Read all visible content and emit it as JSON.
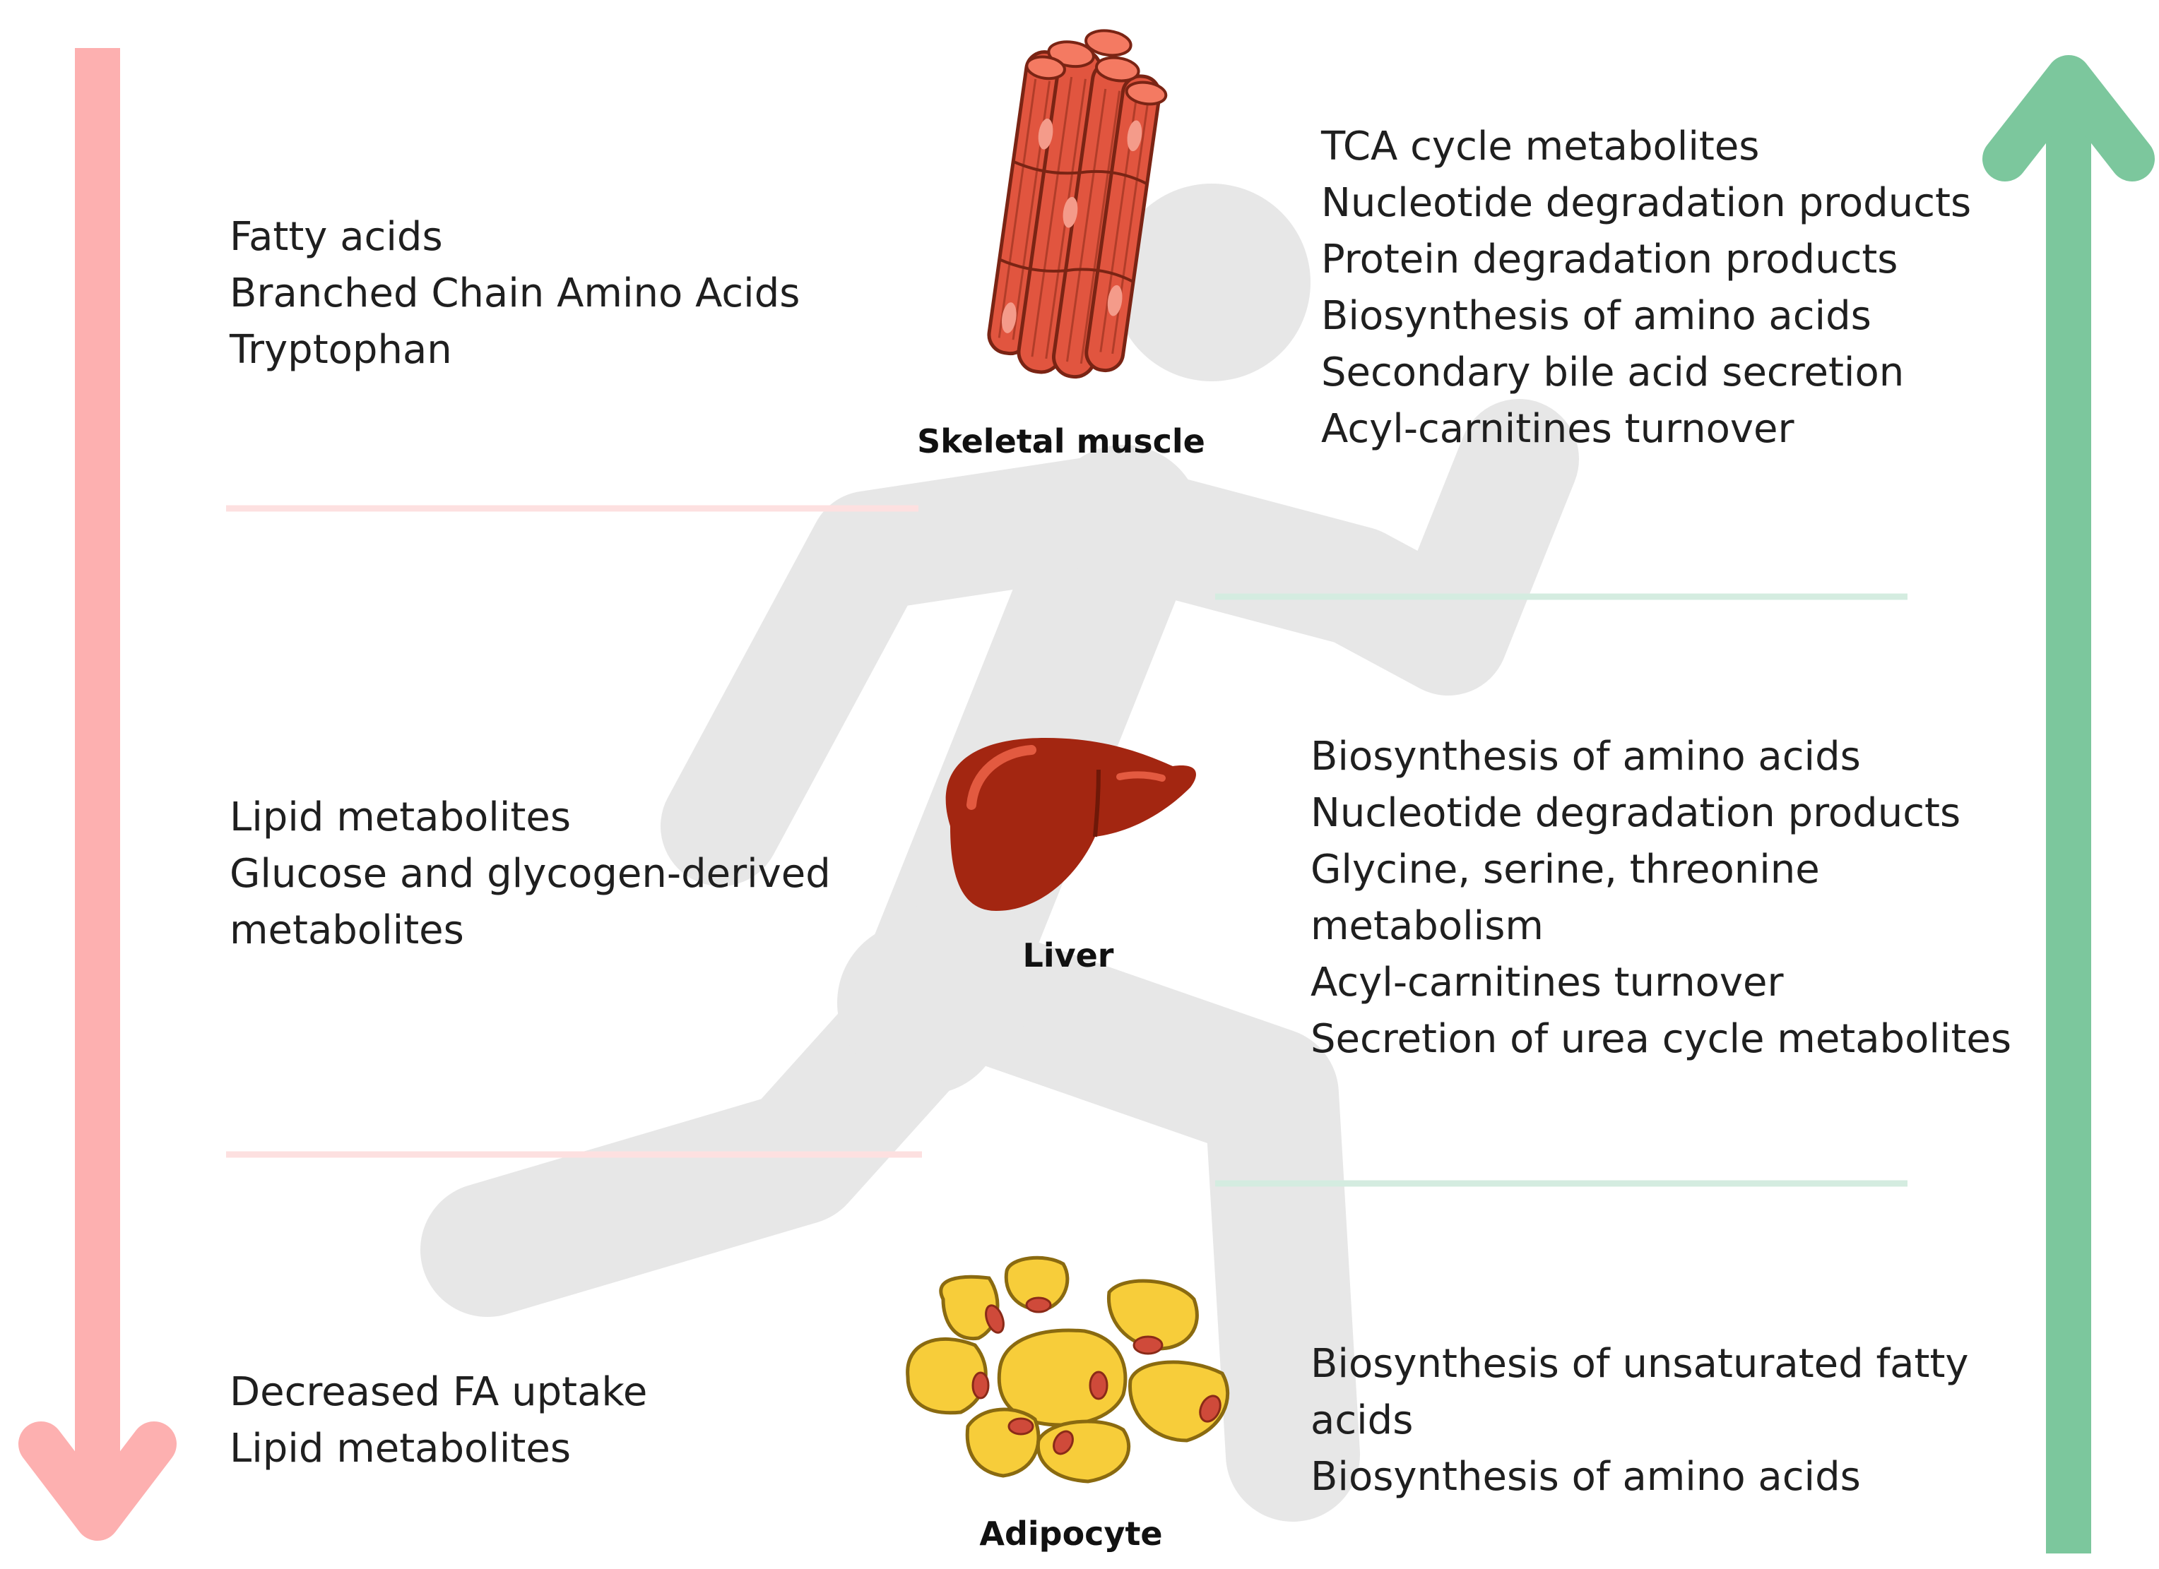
{
  "colors": {
    "down_arrow": "#fdb0b0",
    "up_arrow": "#7cc79d",
    "runner": "#e7e7e7",
    "muscle": "#e1553f",
    "liver": "#a32611",
    "adipocyte": "#f7cd3a",
    "divider_left": "#fde0e0",
    "divider_right": "#d4ece0"
  },
  "icons": {
    "down_arrow": "arrow-down-icon",
    "up_arrow": "arrow-up-icon",
    "runner": "running-person-icon",
    "muscle": "skeletal-muscle-icon",
    "liver": "liver-icon",
    "adipocyte": "adipocyte-icon"
  },
  "organs": {
    "muscle": {
      "label": "Skeletal muscle",
      "decreased": [
        "Fatty acids",
        "Branched Chain Amino Acids",
        "Tryptophan"
      ],
      "increased": [
        "TCA cycle metabolites",
        "Nucleotide degradation products",
        "Protein degradation products",
        "Biosynthesis of amino acids",
        "Secondary bile acid secretion",
        "Acyl-carnitines turnover"
      ]
    },
    "liver": {
      "label": "Liver",
      "decreased": [
        "Lipid metabolites",
        "Glucose and glycogen-derived",
        "metabolites"
      ],
      "increased": [
        "Biosynthesis of amino acids",
        "Nucleotide degradation products",
        "Glycine, serine, threonine",
        "metabolism",
        "Acyl-carnitines turnover",
        "Secretion of urea cycle metabolites"
      ]
    },
    "adipocyte": {
      "label": "Adipocyte",
      "decreased": [
        "Decreased FA uptake",
        "Lipid metabolites"
      ],
      "increased": [
        "Biosynthesis of unsaturated fatty",
        "acids",
        "Biosynthesis of amino acids"
      ]
    }
  }
}
